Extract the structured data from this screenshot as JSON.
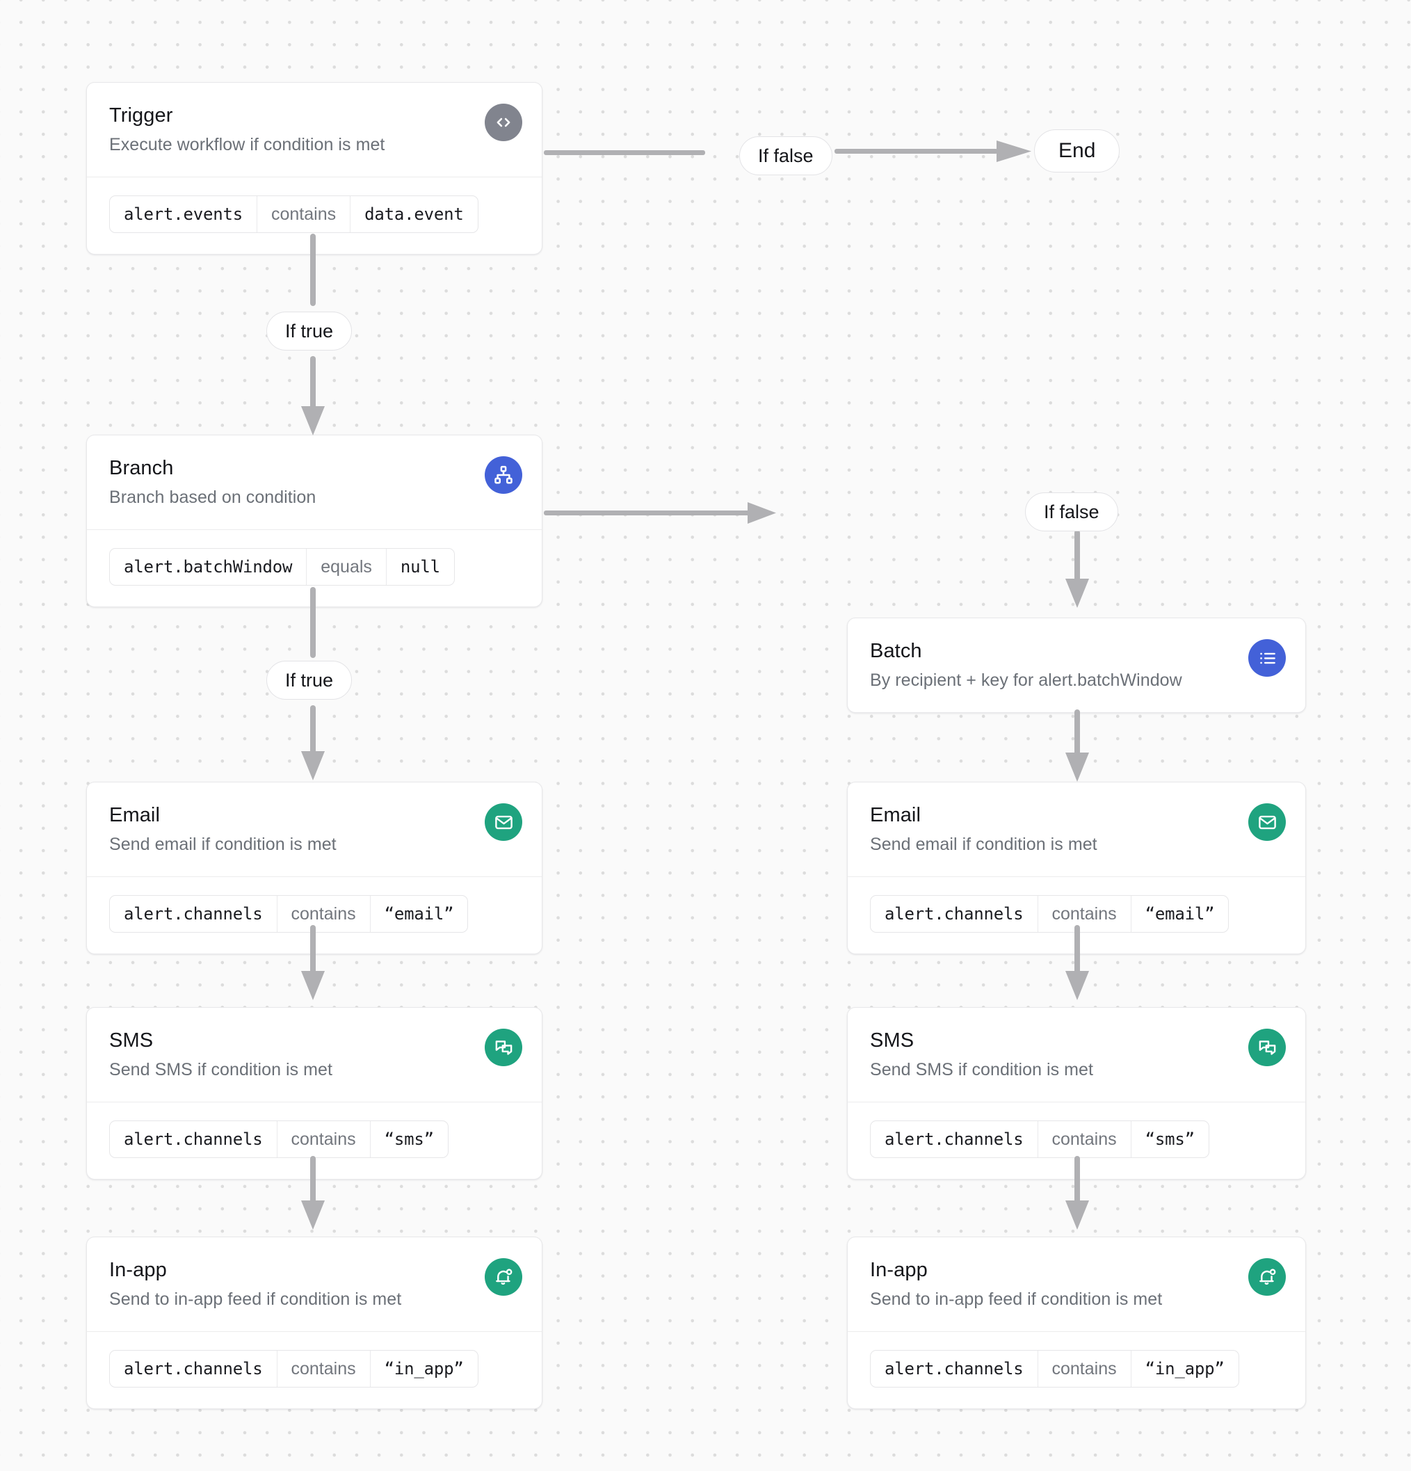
{
  "canvas": {
    "background_color": "#fafafa",
    "dot_color": "#dcdcdc"
  },
  "colors": {
    "trigger_icon": "#81848e",
    "branch_icon": "#4361d8",
    "batch_icon": "#4361d8",
    "channel_icon": "#1fa37f",
    "connector": "#b0b0b3",
    "card_border": "#e8e8ea",
    "title_text": "#15161a",
    "subtitle_text": "#6b7077"
  },
  "nodes": {
    "trigger": {
      "title": "Trigger",
      "subtitle": "Execute workflow if condition is met",
      "icon": "code-icon",
      "condition": {
        "field": "alert.events",
        "operator": "contains",
        "value": "data.event"
      }
    },
    "branch": {
      "title": "Branch",
      "subtitle": "Branch based on condition",
      "icon": "sitemap-icon",
      "condition": {
        "field": "alert.batchWindow",
        "operator": "equals",
        "value": "null"
      }
    },
    "batch": {
      "title": "Batch",
      "subtitle": "By recipient + key for alert.batchWindow",
      "icon": "list-icon"
    },
    "email_left": {
      "title": "Email",
      "subtitle": "Send email if condition is met",
      "icon": "envelope-icon",
      "condition": {
        "field": "alert.channels",
        "operator": "contains",
        "value": "“email”"
      }
    },
    "sms_left": {
      "title": "SMS",
      "subtitle": "Send SMS if condition is met",
      "icon": "chat-bubbles-icon",
      "condition": {
        "field": "alert.channels",
        "operator": "contains",
        "value": "“sms”"
      }
    },
    "inapp_left": {
      "title": "In-app",
      "subtitle": "Send to in-app feed if condition is met",
      "icon": "bell-dot-icon",
      "condition": {
        "field": "alert.channels",
        "operator": "contains",
        "value": "“in_app”"
      }
    },
    "email_right": {
      "title": "Email",
      "subtitle": "Send email if condition is met",
      "icon": "envelope-icon",
      "condition": {
        "field": "alert.channels",
        "operator": "contains",
        "value": "“email”"
      }
    },
    "sms_right": {
      "title": "SMS",
      "subtitle": "Send SMS if condition is met",
      "icon": "chat-bubbles-icon",
      "condition": {
        "field": "alert.channels",
        "operator": "contains",
        "value": "“sms”"
      }
    },
    "inapp_right": {
      "title": "In-app",
      "subtitle": "Send to in-app feed if condition is met",
      "icon": "bell-dot-icon",
      "condition": {
        "field": "alert.channels",
        "operator": "contains",
        "value": "“in_app”"
      }
    }
  },
  "labels": {
    "trigger_false": "If false",
    "trigger_true": "If true",
    "branch_false": "If false",
    "branch_true": "If true",
    "end": "End"
  }
}
